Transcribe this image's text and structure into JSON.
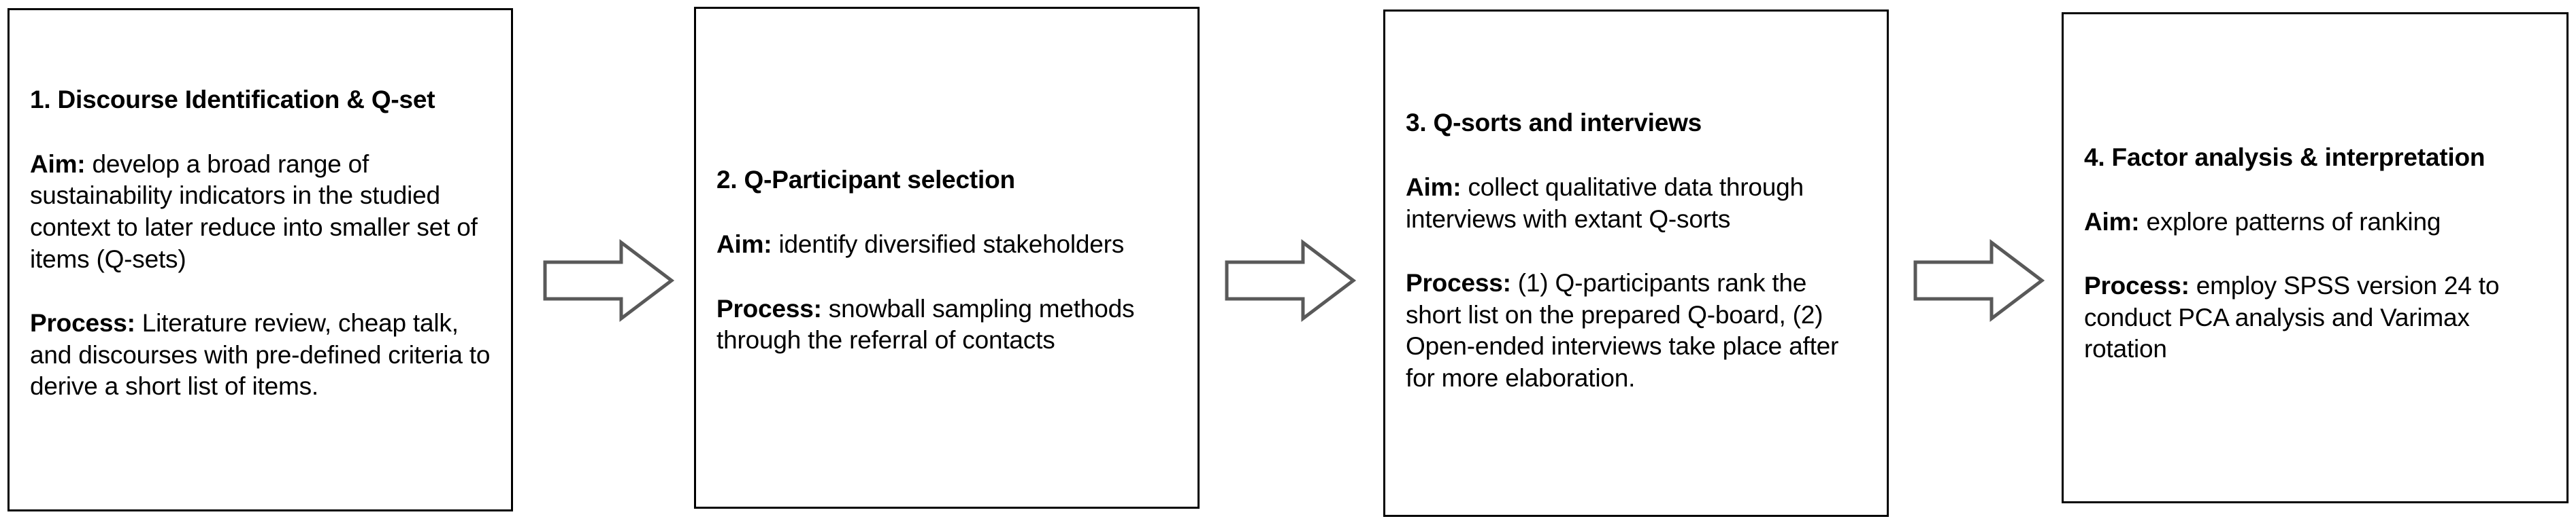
{
  "diagram": {
    "title": "Q-methodology research process flowchart",
    "orientation": "left-to-right",
    "background_color": "#ffffff",
    "box_border_color": "#000000",
    "arrow_stroke_color": "#595959",
    "text_color": "#000000"
  },
  "steps": [
    {
      "id": "step-1",
      "title": "1. Discourse Identification & Q-set",
      "aim_label": "Aim:",
      "aim_text": " develop a broad range of sustainability indicators in the studied context to later reduce into smaller set of items (Q-sets)",
      "process_label": "Process:",
      "process_text": " Literature review, cheap talk, and discourses with pre-defined criteria to derive a short list of items."
    },
    {
      "id": "step-2",
      "title": "2. Q-Participant selection",
      "aim_label": "Aim:",
      "aim_text": " identify diversified stakeholders",
      "process_label": "Process:",
      "process_text": " snowball sampling methods through the referral of contacts"
    },
    {
      "id": "step-3",
      "title": "3. Q-sorts and interviews",
      "aim_label": "Aim:",
      "aim_text": " collect qualitative data through interviews with extant Q-sorts",
      "process_label": "Process:",
      "process_text": " (1) Q-participants rank the short list on the prepared Q-board, (2) Open-ended interviews take place after for more elaboration."
    },
    {
      "id": "step-4",
      "title": "4. Factor analysis & interpretation",
      "aim_label": "Aim:",
      "aim_text": " explore patterns of ranking",
      "process_label": "Process:",
      "process_text": " employ SPSS version 24 to conduct PCA analysis and Varimax rotation"
    }
  ],
  "connectors": [
    {
      "id": "connector-1",
      "icon": "right-block-arrow-icon",
      "from": "step-1",
      "to": "step-2"
    },
    {
      "id": "connector-2",
      "icon": "right-block-arrow-icon",
      "from": "step-2",
      "to": "step-3"
    },
    {
      "id": "connector-3",
      "icon": "right-block-arrow-icon",
      "from": "step-3",
      "to": "step-4"
    }
  ]
}
